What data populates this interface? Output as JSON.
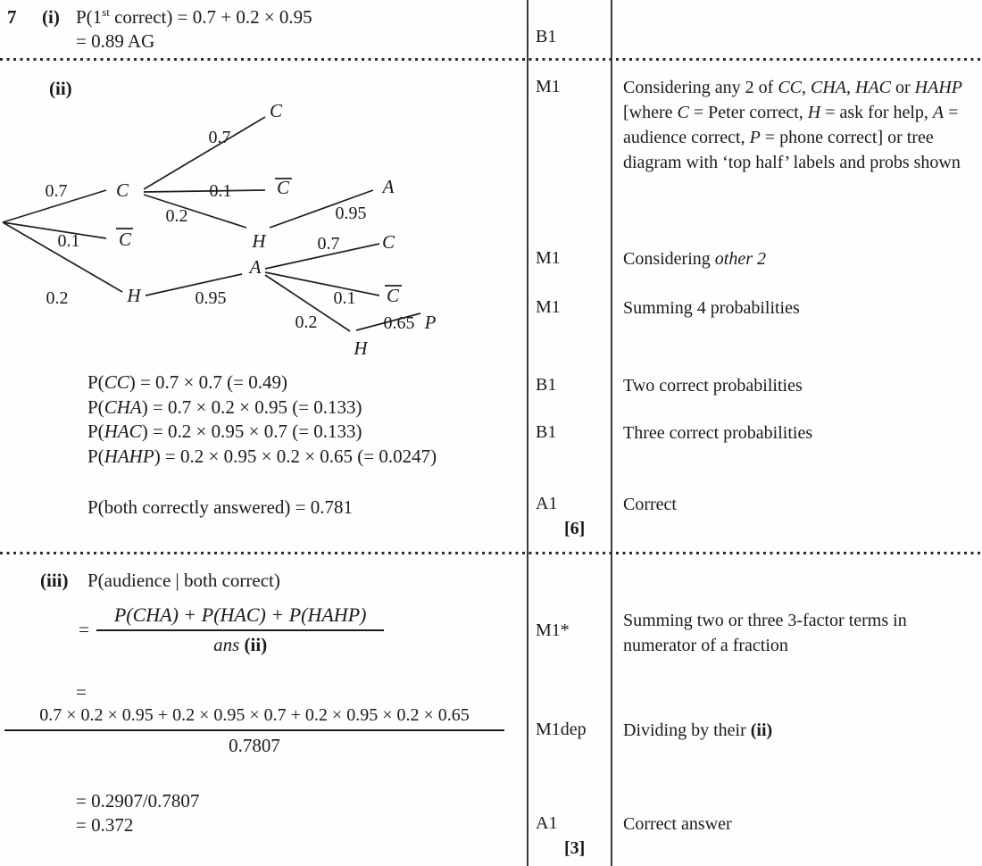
{
  "question": {
    "number": "7"
  },
  "part_i": {
    "label": "(i)",
    "line1_pre": "P(1",
    "line1_sup": "st",
    "line1_post": " correct) = 0.7 + 0.2 × 0.95",
    "line2": "= 0.89 AG"
  },
  "part_ii": {
    "label": "(ii)",
    "tree": {
      "nodes": [
        {
          "label": "C"
        },
        {
          "label": "C",
          "overline": true
        },
        {
          "label": "H"
        },
        {
          "label": "C"
        },
        {
          "label": "C",
          "overline": true
        },
        {
          "label": "H"
        },
        {
          "label": "A"
        },
        {
          "label": "A"
        },
        {
          "label": "C"
        },
        {
          "label": "C",
          "overline": true
        },
        {
          "label": "H"
        },
        {
          "label": "P"
        }
      ],
      "probs": [
        "0.7",
        "0.1",
        "0.2",
        "0.7",
        "0.1",
        "0.2",
        "0.95",
        "0.95",
        "0.7",
        "0.1",
        "0.2",
        "0.65"
      ]
    },
    "prob_lines": [
      {
        "pre": "P(",
        "var": "CC",
        "post": ") = 0.7 × 0.7 (= 0.49)"
      },
      {
        "pre": "P(",
        "var": "CHA",
        "post": ") = 0.7 × 0.2 × 0.95 (= 0.133)"
      },
      {
        "pre": "P(",
        "var": "HAC",
        "post": ") = 0.2 × 0.95 × 0.7 (= 0.133)"
      },
      {
        "pre": "P(",
        "var": "HAHP",
        "post": ") = 0.2 × 0.95 × 0.2 × 0.65 (= 0.0247)"
      }
    ],
    "result": "P(both correctly answered) = 0.781"
  },
  "part_iii": {
    "label": "(iii)",
    "heading": "P(audience | both correct)",
    "eq1": "=",
    "frac1": {
      "numerator": "P(CHA) + P(HAC) + P(HAHP)",
      "den_italic": "ans",
      "den_bold": "(ii)"
    },
    "eq2": "=",
    "frac2": {
      "numerator": "0.7 × 0.2 × 0.95 + 0.2 × 0.95 × 0.7 + 0.2 × 0.95 × 0.2 × 0.65",
      "denominator": "0.7807"
    },
    "line2": "= 0.2907/0.7807",
    "line3": "= 0.372"
  },
  "marks": [
    {
      "code": "B1"
    },
    {
      "code": "M1"
    },
    {
      "code": "M1"
    },
    {
      "code": "M1"
    },
    {
      "code": "B1"
    },
    {
      "code": "B1"
    },
    {
      "code": "A1"
    },
    {
      "code": "M1*"
    },
    {
      "code": "M1dep"
    },
    {
      "code": "A1"
    }
  ],
  "totals": {
    "part_ii": "[6]",
    "part_iii": "[3]"
  },
  "comments": [
    {
      "segments": [
        {
          "t": "Considering any 2 of "
        },
        {
          "t": "CC",
          "i": true
        },
        {
          "t": ", "
        },
        {
          "t": "CHA",
          "i": true
        },
        {
          "t": ", "
        },
        {
          "t": "HAC",
          "i": true
        },
        {
          "t": " or "
        },
        {
          "t": "HAHP",
          "i": true
        },
        {
          "t": " [where "
        },
        {
          "t": "C",
          "i": true
        },
        {
          "t": " = Peter correct, "
        },
        {
          "t": "H",
          "i": true
        },
        {
          "t": " = ask for help, "
        },
        {
          "t": "A",
          "i": true
        },
        {
          "t": " = audience correct, "
        },
        {
          "t": "P",
          "i": true
        },
        {
          "t": " = phone correct] or tree diagram with ‘top half’ labels and probs shown"
        }
      ]
    },
    {
      "segments": [
        {
          "t": "Considering "
        },
        {
          "t": "other 2",
          "i": true
        }
      ]
    },
    {
      "segments": [
        {
          "t": "Summing 4 probabilities"
        }
      ]
    },
    {
      "segments": [
        {
          "t": "Two correct probabilities"
        }
      ]
    },
    {
      "segments": [
        {
          "t": "Three correct probabilities"
        }
      ]
    },
    {
      "segments": [
        {
          "t": "Correct"
        }
      ]
    },
    {
      "segments": [
        {
          "t": "Summing two or three 3-factor terms in numerator of a fraction"
        }
      ]
    },
    {
      "segments": [
        {
          "t": "Dividing by their "
        },
        {
          "t": "(ii)",
          "b": true
        }
      ]
    },
    {
      "segments": [
        {
          "t": "Correct answer"
        }
      ]
    }
  ]
}
